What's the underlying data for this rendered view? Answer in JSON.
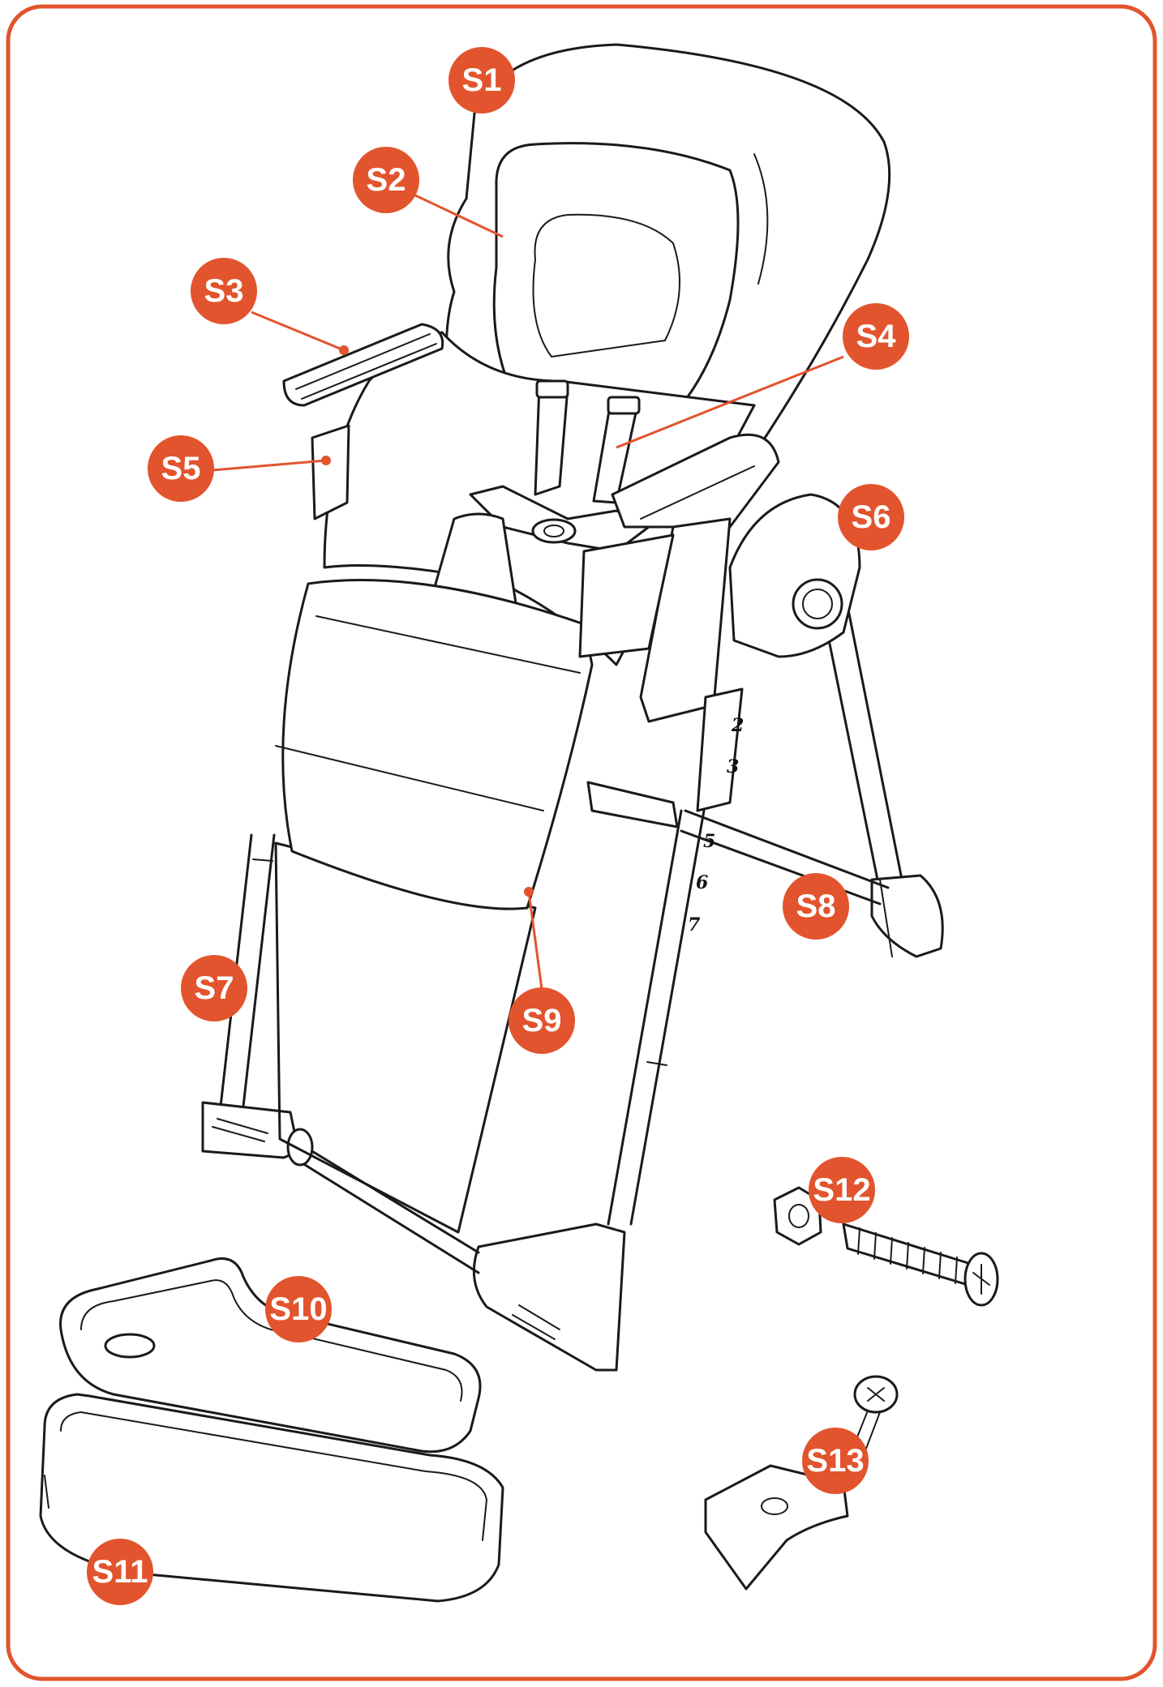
{
  "colors": {
    "accent": "#e2542d",
    "line": "#1a1a1a",
    "background": "#ffffff"
  },
  "height_digits": [
    "2",
    "3",
    "5",
    "6",
    "7"
  ],
  "parts": [
    {
      "id": "s1",
      "label": "S1"
    },
    {
      "id": "s2",
      "label": "S2"
    },
    {
      "id": "s3",
      "label": "S3"
    },
    {
      "id": "s4",
      "label": "S4"
    },
    {
      "id": "s5",
      "label": "S5"
    },
    {
      "id": "s6",
      "label": "S6"
    },
    {
      "id": "s7",
      "label": "S7"
    },
    {
      "id": "s8",
      "label": "S8"
    },
    {
      "id": "s9",
      "label": "S9"
    },
    {
      "id": "s10",
      "label": "S10"
    },
    {
      "id": "s11",
      "label": "S11"
    },
    {
      "id": "s12",
      "label": "S12"
    },
    {
      "id": "s13",
      "label": "S13"
    }
  ]
}
